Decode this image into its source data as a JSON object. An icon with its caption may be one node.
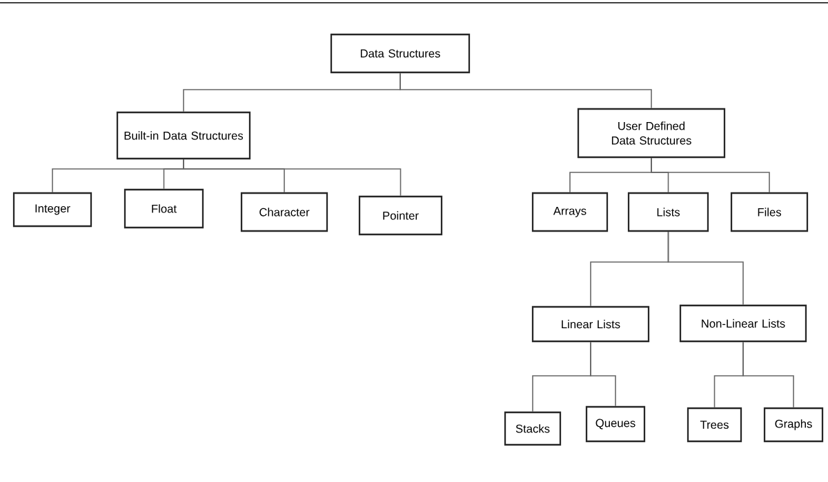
{
  "diagram": {
    "nodes": [
      {
        "text": [
          "Data Structures"
        ]
      },
      {
        "text": [
          "Built-in Data Structures"
        ]
      },
      {
        "text": [
          "User Defined Data Structures"
        ]
      },
      {
        "text": [
          "Integer"
        ]
      },
      {
        "text": [
          "Float"
        ]
      },
      {
        "text": [
          "Character"
        ]
      },
      {
        "text": [
          "Pointer"
        ]
      },
      {
        "text": [
          "Arrays"
        ]
      },
      {
        "text": [
          "Lists"
        ]
      },
      {
        "text": [
          "Files"
        ]
      },
      {
        "text": [
          "Linear Lists"
        ]
      },
      {
        "text": [
          "Non-Linear Lists"
        ]
      },
      {
        "text": [
          "Stacks"
        ]
      },
      {
        "text": [
          "Queues"
        ]
      },
      {
        "text": [
          "Trees"
        ]
      },
      {
        "text": [
          "Graphs"
        ]
      }
    ],
    "edges": [
      {
        "from": 0,
        "to": 1,
        "arrow": "none"
      },
      {
        "from": 0,
        "to": 2,
        "arrow": "none"
      },
      {
        "from": 1,
        "to": 3,
        "arrow": "none"
      },
      {
        "from": 1,
        "to": 4,
        "arrow": "none"
      },
      {
        "from": 1,
        "to": 5,
        "arrow": "none"
      },
      {
        "from": 1,
        "to": 6,
        "arrow": "none"
      },
      {
        "from": 2,
        "to": 7,
        "arrow": "none"
      },
      {
        "from": 2,
        "to": 8,
        "arrow": "none"
      },
      {
        "from": 2,
        "to": 9,
        "arrow": "none"
      },
      {
        "from": 8,
        "to": 10,
        "arrow": "none"
      },
      {
        "from": 8,
        "to": 11,
        "arrow": "none"
      },
      {
        "from": 10,
        "to": 12,
        "arrow": "none"
      },
      {
        "from": 10,
        "to": 13,
        "arrow": "none"
      },
      {
        "from": 11,
        "to": 14,
        "arrow": "none"
      },
      {
        "from": 11,
        "to": 15,
        "arrow": "none"
      }
    ]
  }
}
